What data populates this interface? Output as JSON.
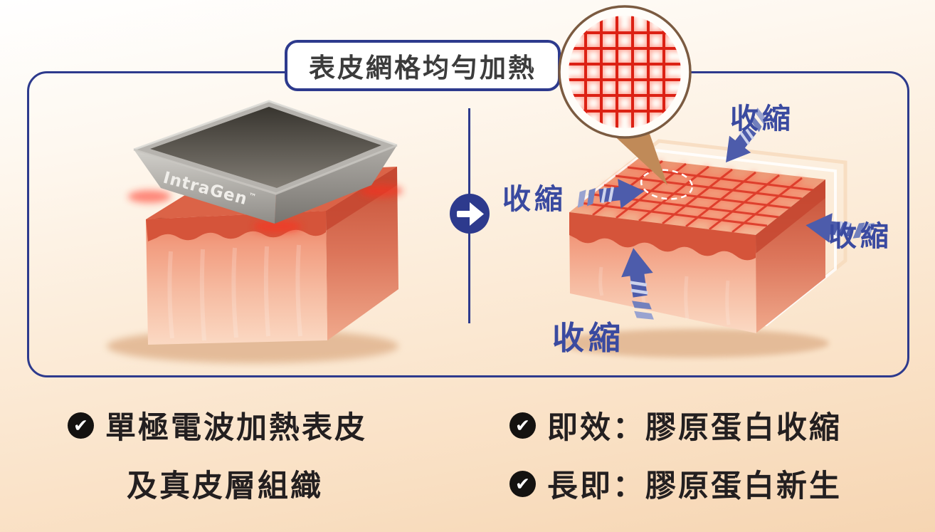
{
  "header": {
    "title": "表皮網格均勻加熱"
  },
  "device": {
    "brand": "IntraGen",
    "trademark": "™"
  },
  "shrink_label": "收縮",
  "icons": {
    "check": "✔"
  },
  "bullets": {
    "left": {
      "line1": "單極電波加熱表皮",
      "line2": "及真皮層組織"
    },
    "right": {
      "line1": "即效：膠原蛋白收縮",
      "line2": "長即：膠原蛋白新生"
    }
  },
  "colors": {
    "outline_navy": "#2d3a8d",
    "arrow_blue": "#4d5cab",
    "label_blue": "#3a4aa0",
    "grid_red": "#d92c1d",
    "skin_red": "#d5543a",
    "text_dark": "#231f20",
    "background_peach": "#f6d5b2"
  }
}
